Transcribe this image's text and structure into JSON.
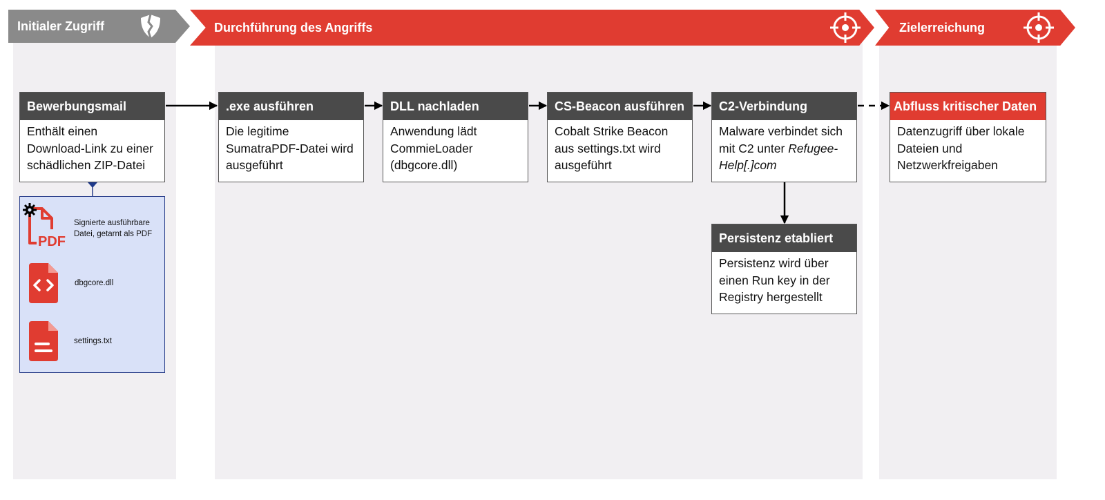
{
  "phases": [
    {
      "label": "Initialer Zugriff",
      "icon": "shield-break-icon"
    },
    {
      "label": "Durchführung des Angriffs",
      "icon": "crosshair-icon"
    },
    {
      "label": "Zielerreichung",
      "icon": "crosshair-icon"
    }
  ],
  "boxes": {
    "bewerbungsmail": {
      "title": "Bewerbungsmail",
      "body": "Enthält einen Download-Link zu einer schädlichen ZIP-Datei"
    },
    "exe": {
      "title": ".exe ausführen",
      "body": "Die legitime SumatraPDF-Datei wird ausgeführt"
    },
    "dll": {
      "title": "DLL nachladen",
      "body": "Anwendung lädt CommieLoader (dbgcore.dll)"
    },
    "beacon": {
      "title": "CS-Beacon ausführen",
      "body": "Cobalt Strike Beacon aus settings.txt wird ausgeführt"
    },
    "c2": {
      "title": "C2-Verbindung",
      "body_prefix": "Malware verbindet sich mit C2 unter ",
      "body_italic": "Refugee-Help[.]com"
    },
    "persistenz": {
      "title": "Persistenz etabliert",
      "body": "Persistenz wird über einen Run key in der Registry hergestellt"
    },
    "abfluss": {
      "title": "Abfluss kritischer Daten",
      "body": "Datenzugriff über lokale Dateien und Netzwerkfreigaben"
    }
  },
  "zip_contents": [
    {
      "label": "Signierte ausführbare Datei, getarnt als PDF",
      "icon": "pdf-file-gear-icon"
    },
    {
      "label": "dbgcore.dll",
      "icon": "code-file-icon"
    },
    {
      "label": "settings.txt",
      "icon": "text-file-icon"
    }
  ],
  "colors": {
    "red": "#e03c31",
    "gray": "#8a8a8a",
    "dark": "#4a4a4a",
    "lane": "#f1eff2",
    "zip_fill": "#d9e1f8",
    "zip_border": "#2a3f8a"
  }
}
